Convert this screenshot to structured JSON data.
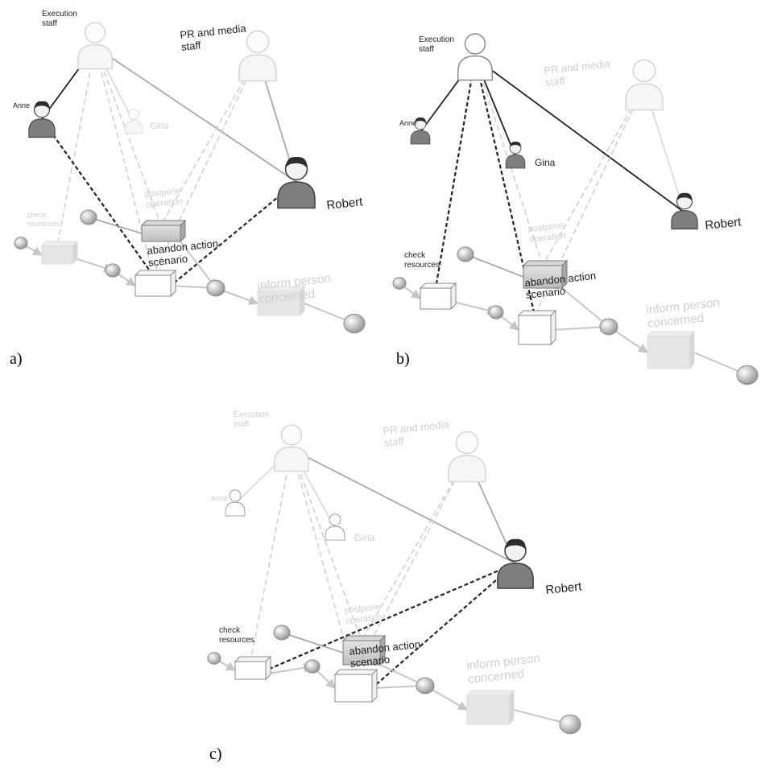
{
  "panels": [
    {
      "caption": "a)",
      "labels": {
        "execution_staff": "Execution\nstaff",
        "pr_staff": "PR and media\nstaff",
        "anne": "Anne",
        "gina": "Gina",
        "robert": "Robert",
        "check_resources": "check\nresources",
        "postpone_operation": "postpone\noperation",
        "abandon_action": "abandon action\nscenario",
        "inform_person": "inform person\nconcerned"
      }
    },
    {
      "caption": "b)",
      "labels": {
        "execution_staff": "Execution\nstaff",
        "pr_staff": "PR and media\nstaff",
        "anne": "Anne",
        "gina": "Gina",
        "robert": "Robert",
        "check_resources": "check\nresources",
        "postpone_operation": "postpone\noperation",
        "abandon_action": "abandon action\nscenario",
        "inform_person": "inform person\nconcerned"
      }
    },
    {
      "caption": "c)",
      "labels": {
        "execution_staff": "Execution\nstaff",
        "pr_staff": "PR and media\nstaff",
        "anne": "Anne",
        "gina": "Gina",
        "robert": "Robert",
        "check_resources": "check\nresources",
        "postpone_operation": "postpone\noperation",
        "abandon_action": "abandon action\nscenario",
        "inform_person": "inform person\nconcerned"
      }
    }
  ]
}
